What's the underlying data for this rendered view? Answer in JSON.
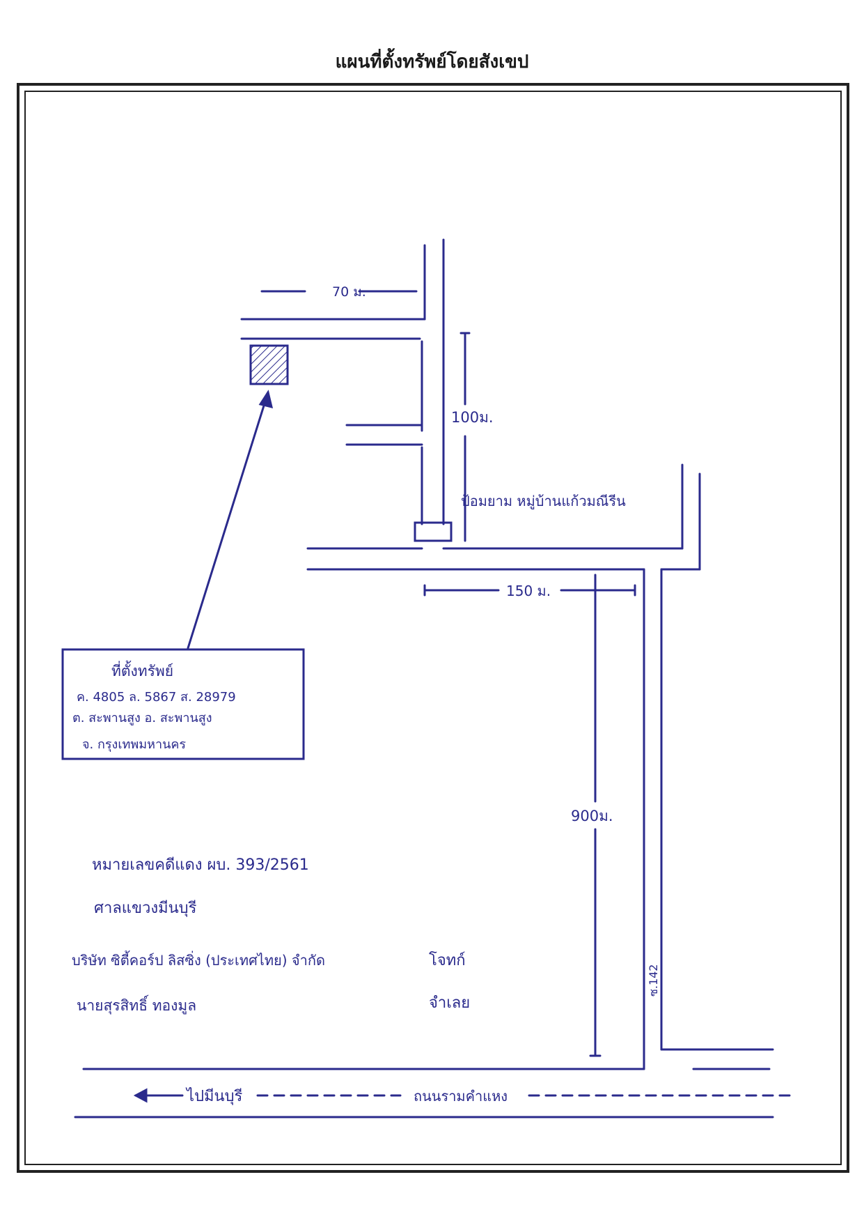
{
  "title": "แผนที่ตั้งทรัพย์โดยสังเขป",
  "colors": {
    "ink": "#2a2a8c",
    "frame": "#222222",
    "title": "#1a1a1a"
  },
  "labels": {
    "dim_top": "70 ม.",
    "dim_vertical_right": "100ม.",
    "village_gate": "ป้อมยาม หมู่บ้านแก้วมณีรีน",
    "dim_horizontal": "150 ม.",
    "dim_long_vertical": "900ม.",
    "soi": "ซ.142",
    "road_left": "ไปมีนบุรี",
    "road_name": "ถนนรามคำแหง"
  },
  "property_box": {
    "heading": "ที่ตั้งทรัพย์",
    "line1": "ค. 4805 ล. 5867 ส. 28979",
    "line2": "ต. สะพานสูง อ. สะพานสูง",
    "line3": "จ. กรุงเทพมหานคร"
  },
  "notes": {
    "case_no": "หมายเลขคดีแดง ผบ. 393/2561",
    "court": "ศาลแขวงมีนบุรี",
    "plaintiff": "บริษัท ซิตี้คอร์ป ลิสซิ่ง (ประเทศไทย) จำกัด",
    "plaintiff_role": "โจทก์",
    "defendant": "นายสุรสิทธิ์ ทองมูล",
    "defendant_role": "จำเลย"
  }
}
